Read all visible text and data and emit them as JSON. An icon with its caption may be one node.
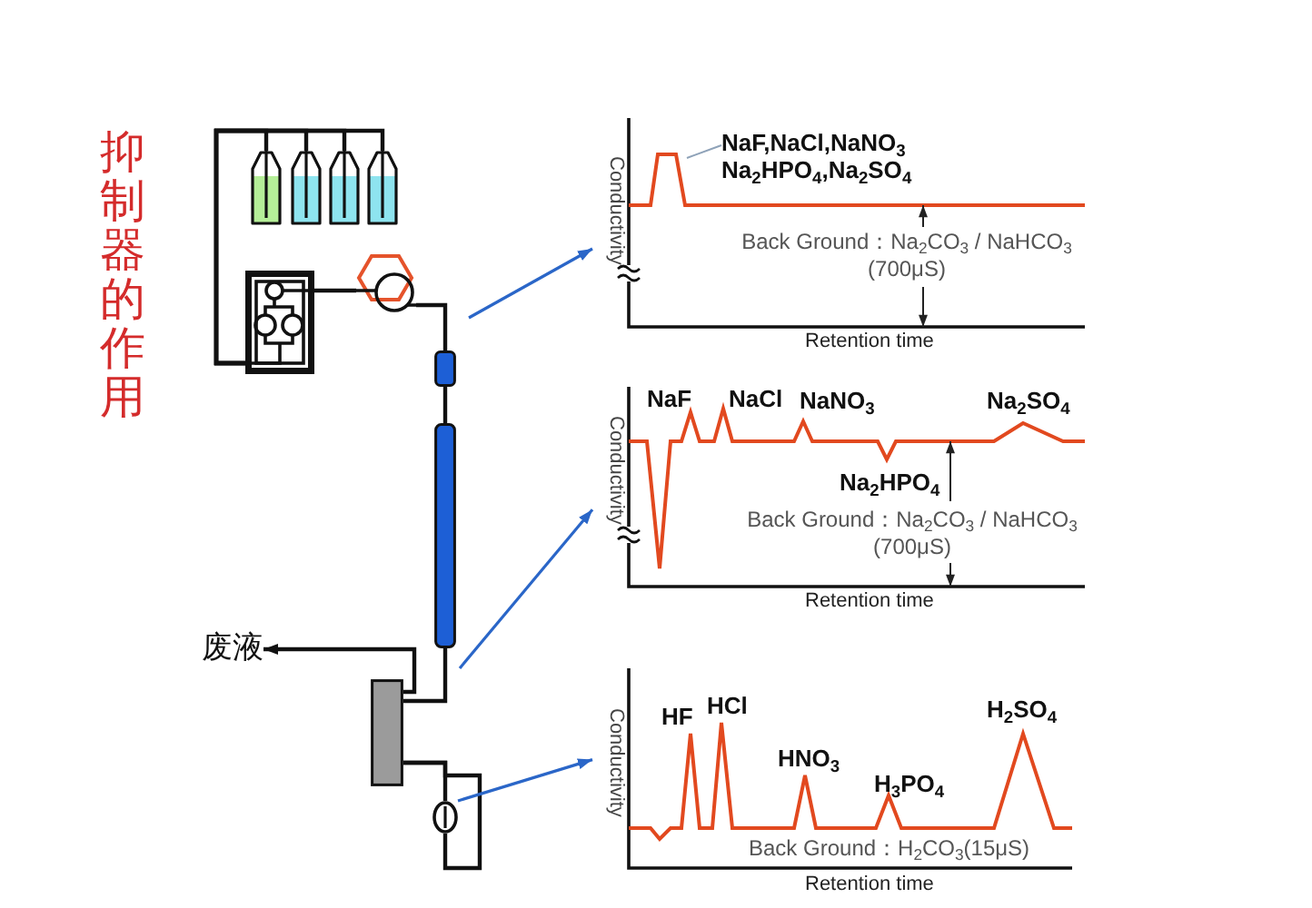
{
  "diagram": {
    "title": "抑制器的作用",
    "nodes": [
      {
        "text": [],
        "shape": "bottle"
      },
      {
        "text": [],
        "shape": "bottle"
      },
      {
        "text": [],
        "shape": "bottle"
      },
      {
        "text": [],
        "shape": "bottle"
      },
      {
        "text": [],
        "shape": "box"
      },
      {
        "text": [],
        "shape": "hexagon"
      },
      {
        "text": [],
        "shape": "box"
      },
      {
        "text": [],
        "shape": "bar"
      },
      {
        "text": [
          "废液"
        ]
      },
      {
        "text": [],
        "shape": "box"
      },
      {
        "text": [],
        "shape": "circle"
      },
      {
        "text": [
          "Conductivity",
          "Back Ground：Na$_{2}$CO$_{3}$ / NaHCO$_{3}$ (700μS)",
          "Retention time"
        ]
      },
      {
        "text": [
          "NaF,NaCl,NaNO$_{3}$ Na$_{2}$HPO$_{4}$,Na$_{2}$SO$_{4}$"
        ],
        "in": 11
      },
      {
        "text": [
          "Conductivity",
          "NaF",
          "NaCl",
          "NaNO$_{3}$",
          "Na$_{2}$SO$_{4}$",
          "Na$_{2}$HPO$_{4}$",
          "Back Ground：Na$_{2}$CO$_{3}$ / NaHCO$_{3}$ (700μS)",
          "Retention time"
        ]
      },
      {
        "text": [
          "Conductivity",
          "HF",
          "HCl",
          "HNO$_{3}$",
          "H$_{3}$PO$_{4}$",
          "H$_{2}$SO$_{4}$",
          "Back Ground：H$_{2}$CO$_{3}$(15μS)",
          "Retention time"
        ]
      }
    ],
    "edges": [
      {
        "from": 0,
        "to": 4,
        "arrow": "none"
      },
      {
        "from": 1,
        "to": 4,
        "arrow": "none"
      },
      {
        "from": 2,
        "to": 4,
        "arrow": "none"
      },
      {
        "from": 3,
        "to": 4,
        "arrow": "none"
      },
      {
        "from": 4,
        "to": 5,
        "arrow": "none"
      },
      {
        "from": 5,
        "to": 6,
        "arrow": "none"
      },
      {
        "from": 6,
        "to": 7,
        "arrow": "none"
      },
      {
        "from": 7,
        "to": 9,
        "arrow": "none"
      },
      {
        "from": 9,
        "to": 8,
        "arrow": "to"
      },
      {
        "from": 9,
        "to": 10,
        "arrow": "none"
      },
      {
        "from": 10,
        "to": 9,
        "arrow": "none"
      },
      {
        "from": null,
        "to": 11,
        "arrow": "to",
        "color": "#2a66c8"
      },
      {
        "from": null,
        "to": 13,
        "arrow": "to",
        "color": "#2a66c8"
      },
      {
        "from": 10,
        "to": 14,
        "arrow": "to",
        "color": "#2a66c8"
      },
      {
        "from": 12,
        "to": null,
        "arrow": "none",
        "color": "#8ea2b8"
      }
    ]
  }
}
